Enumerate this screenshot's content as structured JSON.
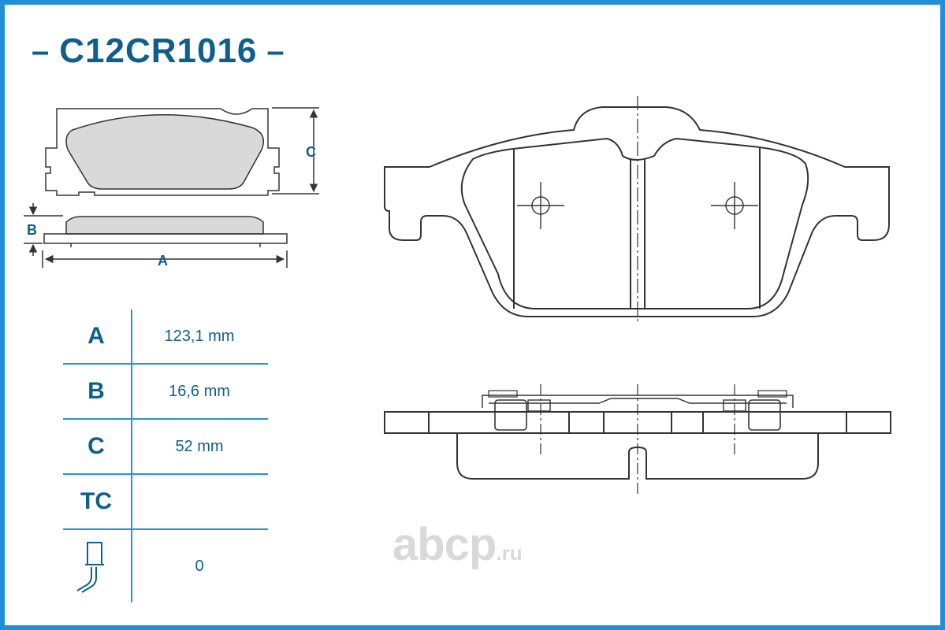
{
  "title": "C12CR1016",
  "dimension_labels": {
    "a": "A",
    "b": "B",
    "c": "C"
  },
  "specs": [
    {
      "key": "A",
      "value": "123,1 mm"
    },
    {
      "key": "B",
      "value": "16,6 mm"
    },
    {
      "key": "C",
      "value": "52 mm"
    },
    {
      "key": "TC",
      "value": ""
    },
    {
      "key": "",
      "value": "0"
    }
  ],
  "wear_sensor_icon": "wear-sensor-icon",
  "watermark": {
    "brand": "abcp",
    "tld": ".ru"
  },
  "colors": {
    "border": "#1f8fd8",
    "text": "#0e5f8c",
    "pad_fill": "#d9d9d9",
    "watermark": "#d9d9d9"
  }
}
